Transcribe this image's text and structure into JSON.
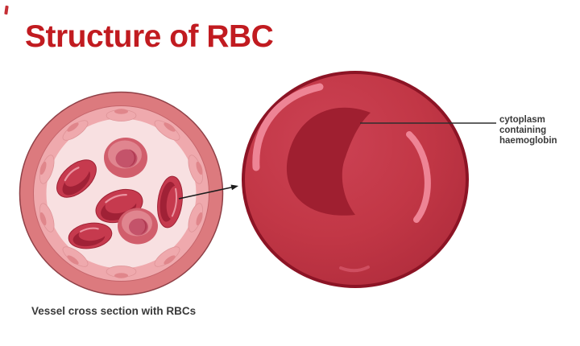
{
  "title": {
    "text": "Structure of RBC"
  },
  "annotation": {
    "lines": [
      "cytoplasm",
      "containing",
      "haemoglobin"
    ]
  },
  "caption": {
    "text": "Vessel cross section with RBCs"
  },
  "colors": {
    "title_red": "#c11b20",
    "text_dark": "#3a3a3a",
    "vessel_outer_wall": "#dc7a7e",
    "vessel_wall_stroke": "#8f4047",
    "endothelium_band": "#efa9ad",
    "endothelium_stroke": "#c4646a",
    "cell_nucleus": "#e0868b",
    "lumen": "#f8e0e1",
    "rbc_body": "#c63a4e",
    "rbc_body_stroke": "#9e2134",
    "rbc_concavity": "#a02136",
    "rbc_highlight": "#ea93a0",
    "faceon_rim": "#d15e6c",
    "faceon_mid": "#e0858f",
    "faceon_center": "#c4536a",
    "faceon_center_dark": "#b03a52",
    "big_rbc_body": "#c23746",
    "big_rbc_outline": "#8c1425",
    "big_rbc_concavity": "#9f1f30",
    "big_rbc_highlight": "#ee8495",
    "pointer_line": "#2e2e2e"
  }
}
